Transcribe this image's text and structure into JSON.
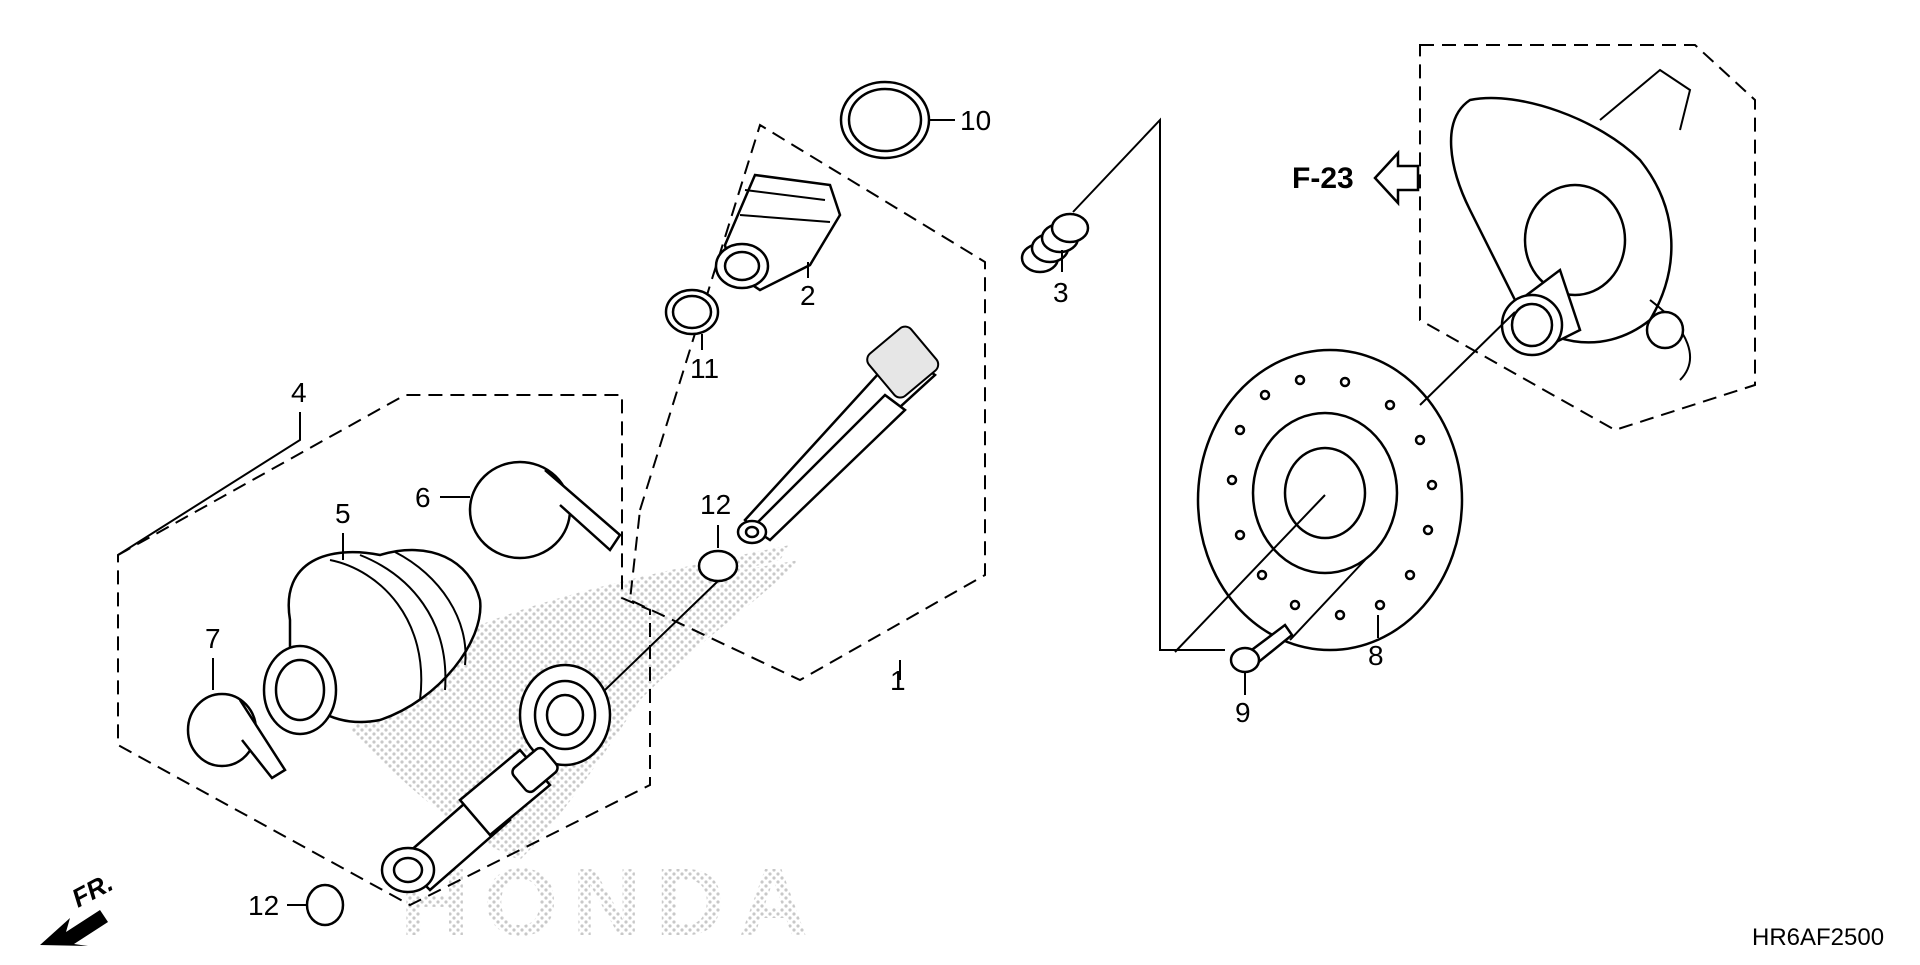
{
  "diagram": {
    "code": "HR6AF2500",
    "reference": "F-23",
    "direction": "FR.",
    "watermark": "HONDA",
    "callouts": [
      "1",
      "2",
      "3",
      "4",
      "5",
      "6",
      "7",
      "8",
      "9",
      "10",
      "11",
      "12",
      "12"
    ]
  }
}
